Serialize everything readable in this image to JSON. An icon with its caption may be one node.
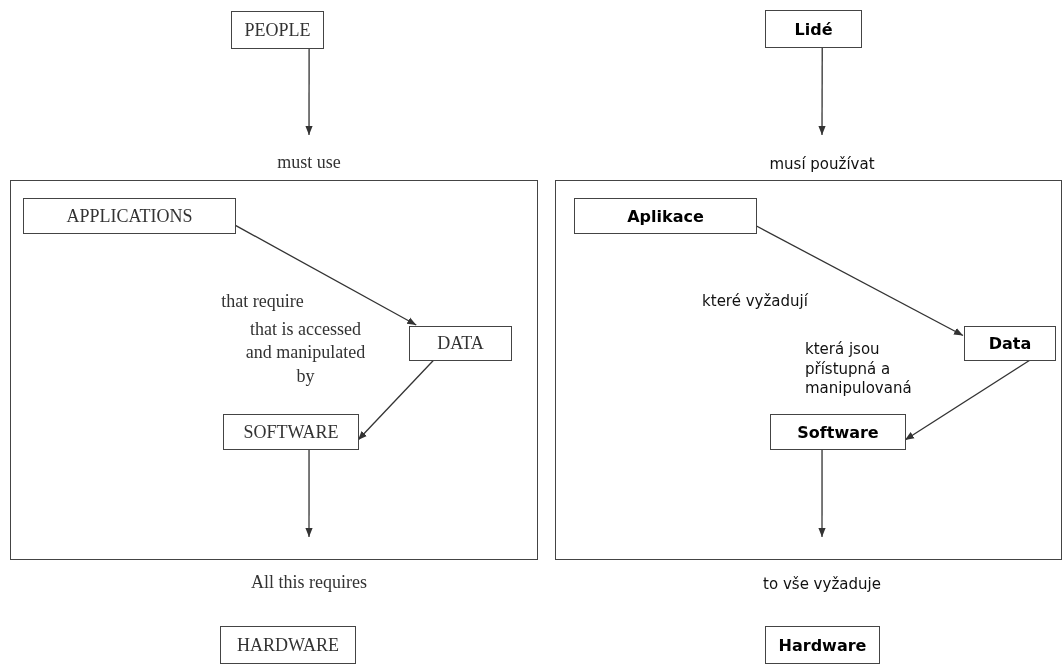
{
  "diagram": {
    "nodes": [
      {
        "text": [
          "PEOPLE"
        ]
      },
      {
        "text": [
          "must use"
        ]
      },
      {
        "text": [],
        "shape": "box"
      },
      {
        "text": [
          "APPLICATIONS"
        ],
        "in": 2
      },
      {
        "text": [
          "DATA"
        ],
        "in": 2
      },
      {
        "text": [
          "SOFTWARE"
        ],
        "in": 2
      },
      {
        "text": [
          "All this requires"
        ]
      },
      {
        "text": [
          "HARDWARE"
        ]
      },
      {
        "text": [
          "Lidé"
        ]
      },
      {
        "text": [
          "musí používat"
        ]
      },
      {
        "text": [],
        "shape": "box"
      },
      {
        "text": [
          "Aplikace"
        ],
        "in": 10
      },
      {
        "text": [
          "Data"
        ],
        "in": 10
      },
      {
        "text": [
          "Software"
        ],
        "in": 10
      },
      {
        "text": [
          "to vše vyžaduje"
        ]
      },
      {
        "text": [
          "Hardware"
        ]
      }
    ],
    "edges": [
      {
        "from": 0,
        "to": 1,
        "arrow": "to"
      },
      {
        "from": 3,
        "to": 4,
        "arrow": "to",
        "label": "that require"
      },
      {
        "from": 4,
        "to": 5,
        "arrow": "to",
        "label": "that is accessed and manipulated by"
      },
      {
        "from": 5,
        "to": 6,
        "arrow": "to"
      },
      {
        "from": 8,
        "to": 9,
        "arrow": "to"
      },
      {
        "from": 11,
        "to": 12,
        "arrow": "to",
        "label": "které vyžadují"
      },
      {
        "from": 12,
        "to": 13,
        "arrow": "to",
        "label": "která jsou přístupná a manipulovaná"
      },
      {
        "from": 13,
        "to": 14,
        "arrow": "to"
      }
    ]
  }
}
